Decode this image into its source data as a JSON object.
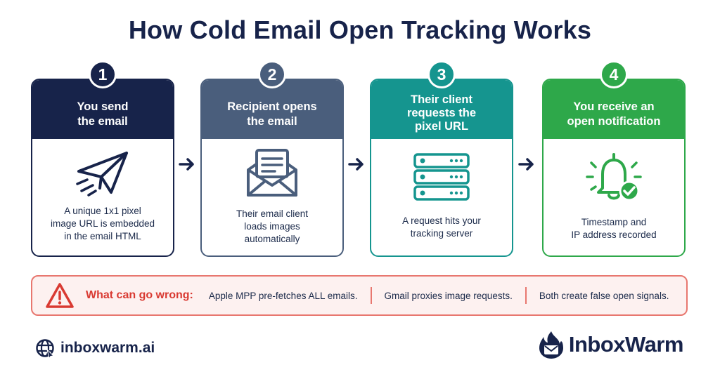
{
  "title": "How Cold Email Open Tracking Works",
  "colors": {
    "navy": "#17234a",
    "slate": "#4a5e7c",
    "teal": "#15958f",
    "green": "#2ea84a",
    "warning_red": "#d93a32",
    "warning_border": "#e8776f",
    "warning_bg": "#fdf1f0"
  },
  "steps": [
    {
      "number": "1",
      "heading": "You send\nthe email",
      "description": "A unique 1x1 pixel\nimage URL is embedded\nin the email HTML",
      "icon": "paper-plane-icon"
    },
    {
      "number": "2",
      "heading": "Recipient opens\nthe email",
      "description": "Their email client\nloads images\nautomatically",
      "icon": "open-envelope-icon"
    },
    {
      "number": "3",
      "heading": "Their client\nrequests the\npixel URL",
      "description": "A request hits your\ntracking server",
      "icon": "server-icon"
    },
    {
      "number": "4",
      "heading": "You receive an\nopen notification",
      "description": "Timestamp and\nIP address recorded",
      "icon": "bell-check-icon"
    }
  ],
  "warning": {
    "label": "What can go wrong:",
    "items": [
      "Apple MPP pre-fetches ALL emails.",
      "Gmail proxies image requests.",
      "Both create false open signals."
    ],
    "icon": "warning-triangle-icon"
  },
  "footer": {
    "website": "inboxwarm.ai",
    "website_icon": "globe-icon",
    "brand": "InboxWarm",
    "brand_icon": "flame-mail-logo-icon"
  }
}
